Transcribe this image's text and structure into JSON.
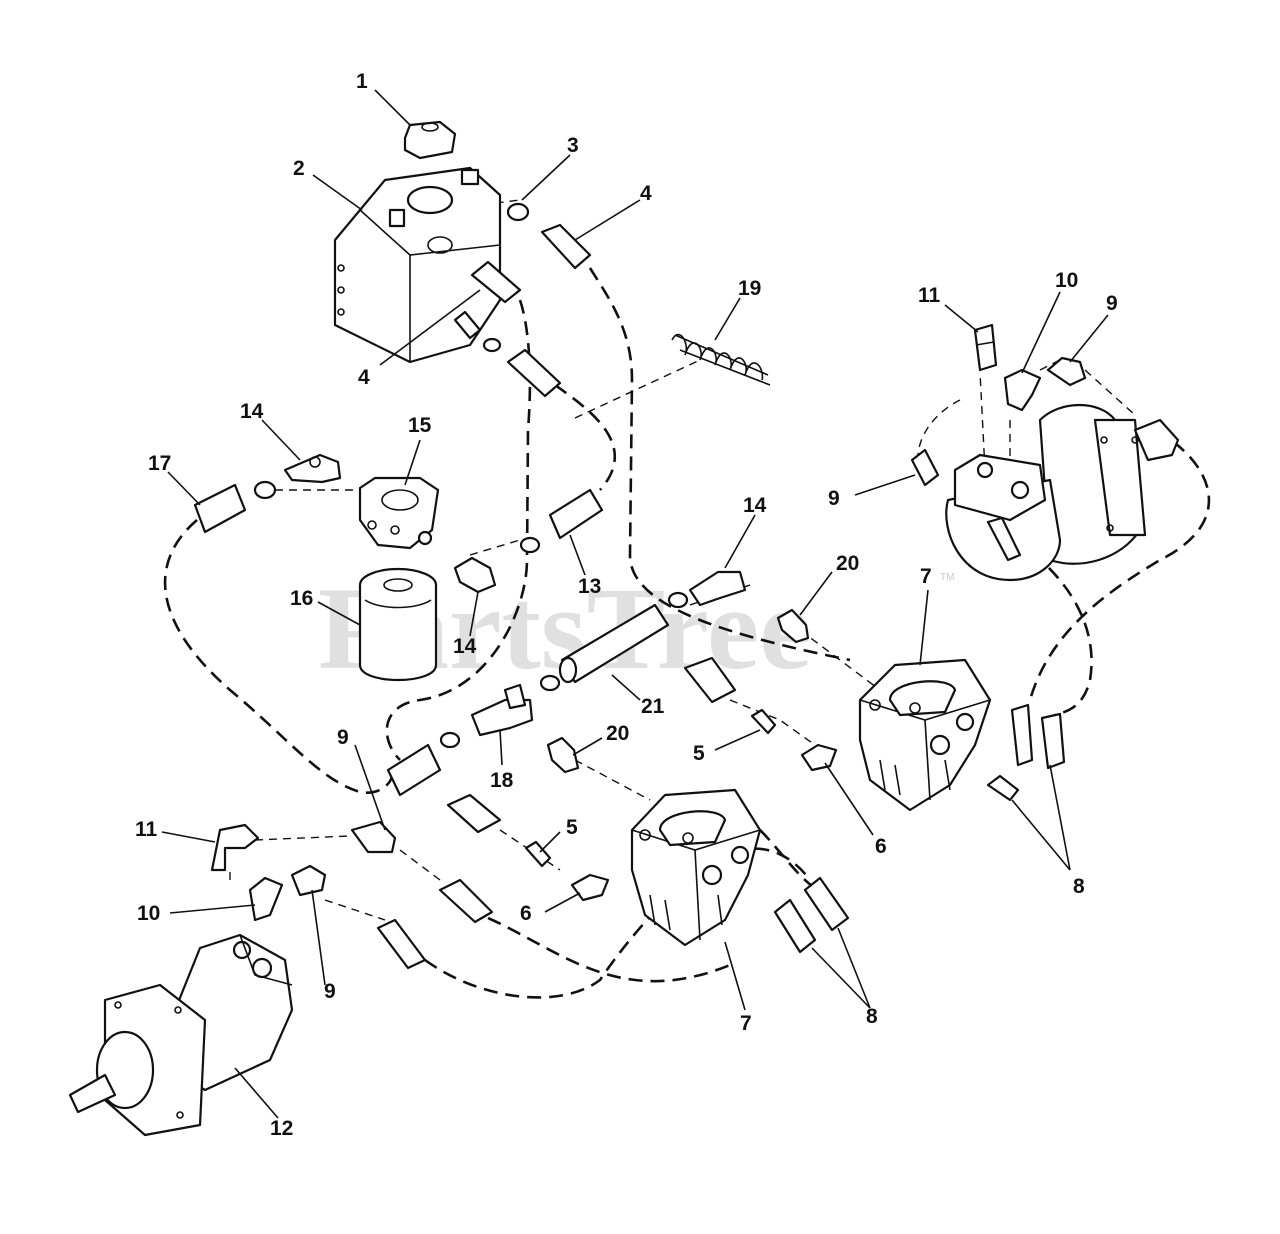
{
  "watermark": {
    "text": "PartsTree",
    "mark": "TM"
  },
  "callouts": [
    "1",
    "2",
    "3",
    "4",
    "4",
    "19",
    "11",
    "10",
    "9",
    "14",
    "15",
    "17",
    "9",
    "13",
    "14",
    "20",
    "7",
    "16",
    "14",
    "21",
    "9",
    "20",
    "18",
    "5",
    "11",
    "5",
    "6",
    "6",
    "10",
    "9",
    "8",
    "7",
    "8",
    "12"
  ]
}
